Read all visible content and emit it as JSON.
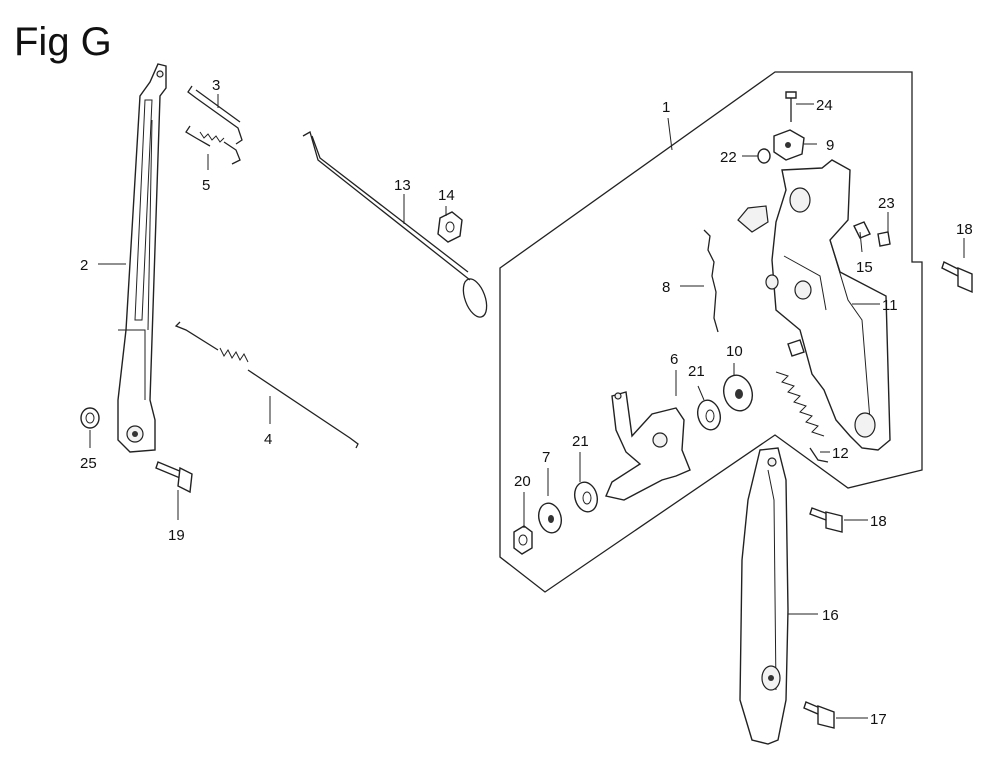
{
  "figure": {
    "title": "Fig G"
  },
  "diagram": {
    "type": "exploded-parts-diagram",
    "callouts": [
      {
        "id": "c1",
        "label": "1"
      },
      {
        "id": "c2",
        "label": "2"
      },
      {
        "id": "c3",
        "label": "3"
      },
      {
        "id": "c4",
        "label": "4"
      },
      {
        "id": "c5",
        "label": "5"
      },
      {
        "id": "c6",
        "label": "6"
      },
      {
        "id": "c7",
        "label": "7"
      },
      {
        "id": "c8",
        "label": "8"
      },
      {
        "id": "c9",
        "label": "9"
      },
      {
        "id": "c10",
        "label": "10"
      },
      {
        "id": "c11",
        "label": "11"
      },
      {
        "id": "c12",
        "label": "12"
      },
      {
        "id": "c13",
        "label": "13"
      },
      {
        "id": "c14",
        "label": "14"
      },
      {
        "id": "c15",
        "label": "15"
      },
      {
        "id": "c16",
        "label": "16"
      },
      {
        "id": "c17",
        "label": "17"
      },
      {
        "id": "c18a",
        "label": "18"
      },
      {
        "id": "c18b",
        "label": "18"
      },
      {
        "id": "c19",
        "label": "19"
      },
      {
        "id": "c20",
        "label": "20"
      },
      {
        "id": "c21a",
        "label": "21"
      },
      {
        "id": "c21b",
        "label": "21"
      },
      {
        "id": "c22",
        "label": "22"
      },
      {
        "id": "c23",
        "label": "23"
      },
      {
        "id": "c24",
        "label": "24"
      },
      {
        "id": "c25",
        "label": "25"
      }
    ]
  }
}
